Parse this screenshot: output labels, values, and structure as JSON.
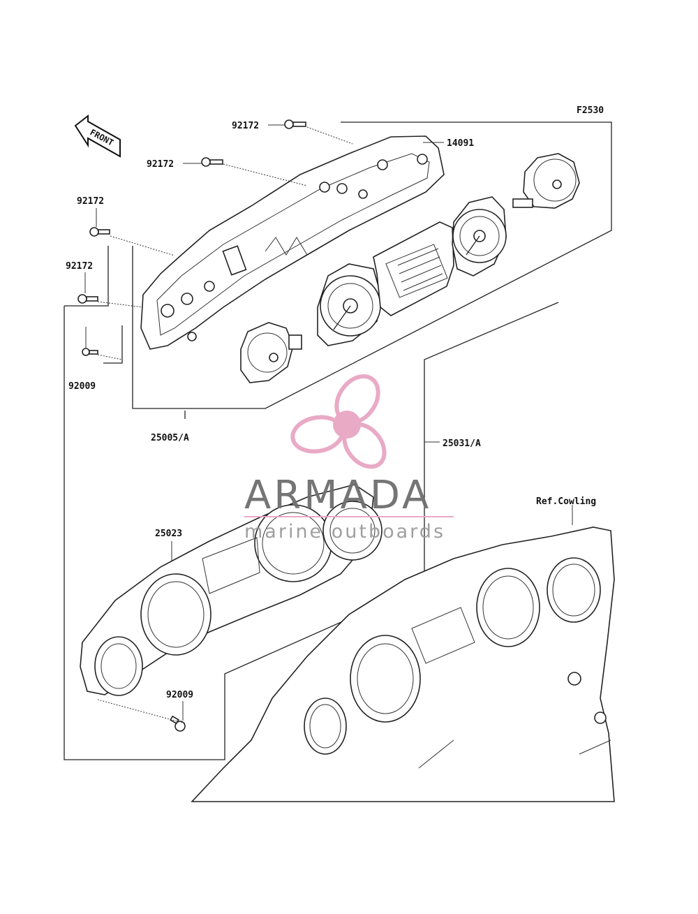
{
  "figure_code": "F2530",
  "front_label": "FRONT",
  "ref_label": "Ref.Cowling",
  "callouts": {
    "p92172_a": "92172",
    "p92172_b": "92172",
    "p92172_c": "92172",
    "p92172_d": "92172",
    "p14091": "14091",
    "p92009_a": "92009",
    "p25005": "25005/A",
    "p25031": "25031/A",
    "p25023": "25023",
    "p92009_b": "92009"
  },
  "watermark": {
    "title": "ARMADA",
    "subtitle": "marine outboards",
    "color": "#e8a6c4"
  }
}
